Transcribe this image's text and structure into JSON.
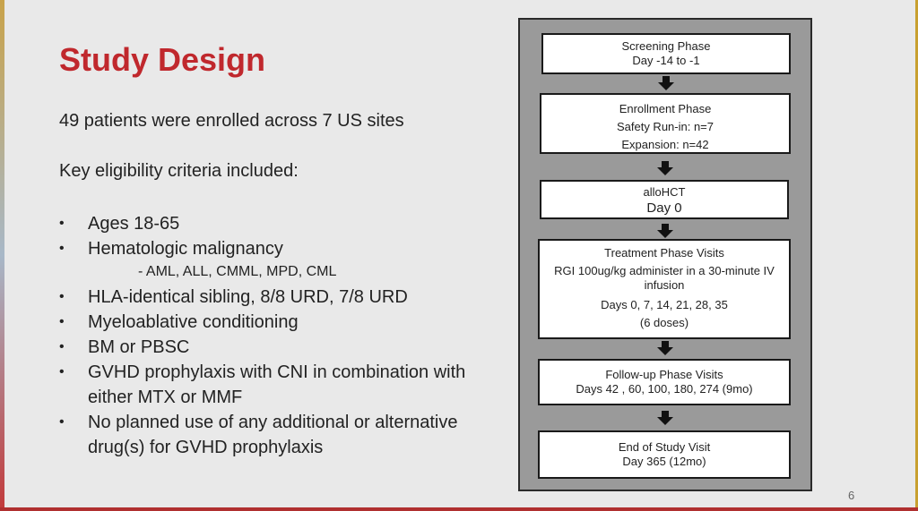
{
  "title": "Study Design",
  "intro": "49 patients were enrolled across 7 US sites",
  "criteria_heading": "Key eligibility criteria included:",
  "bullet_char": "•",
  "criteria": [
    "Ages 18-65",
    "Hematologic malignancy",
    "HLA-identical sibling, 8/8 URD, 7/8 URD",
    "Myeloablative conditioning",
    "BM or PBSC",
    "GVHD prophylaxis with CNI in combination with either MTX or MMF",
    "No planned use of any additional or alternative drug(s) for GVHD prophylaxis"
  ],
  "malignancy_subitem": "- AML, ALL, CMML, MPD, CML",
  "flow": {
    "screening": {
      "title": "Screening Phase",
      "detail": "Day -14 to -1"
    },
    "enrollment": {
      "title": "Enrollment Phase",
      "run_in": "Safety Run-in: n=7",
      "expansion": "Expansion: n=42"
    },
    "allohct": {
      "title": "alloHCT",
      "day": "Day 0"
    },
    "treatment": {
      "title": "Treatment Phase Visits",
      "regimen": "RGI 100ug/kg administer in a 30-minute IV infusion",
      "days": "Days 0, 7, 14, 21, 28, 35",
      "doses": "(6 doses)"
    },
    "followup": {
      "title": "Follow-up Phase Visits",
      "days": "Days 42 , 60, 100, 180, 274 (9mo)"
    },
    "end": {
      "title": "End of Study Visit",
      "day": "Day 365 (12mo)"
    }
  },
  "page_number": "6",
  "colors": {
    "title": "#c0282d",
    "flow_background": "#9a9a9a",
    "slide_background": "#e9e9e9"
  }
}
